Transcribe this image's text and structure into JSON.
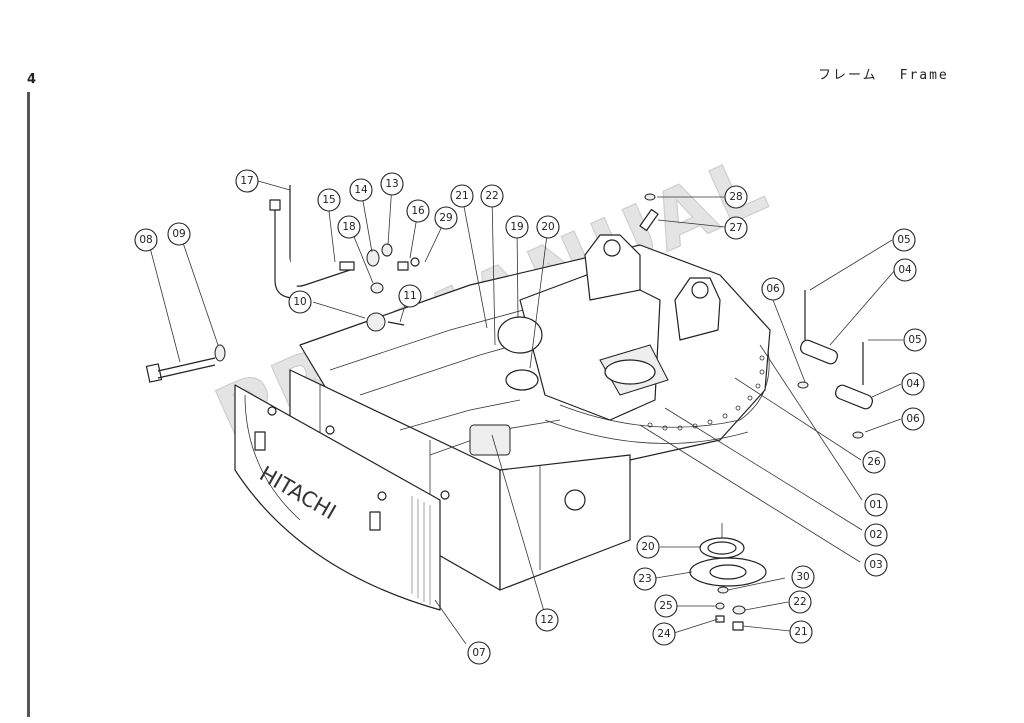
{
  "page": {
    "number": "4"
  },
  "header": {
    "title_jp": "フレーム",
    "title_en": "Frame"
  },
  "watermark": "PROMANUAL",
  "brand_mark": "HITACHI",
  "callouts": {
    "c01": "01",
    "c02": "02",
    "c03": "03",
    "c04a": "04",
    "c04b": "04",
    "c05a": "05",
    "c05b": "05",
    "c06a": "06",
    "c06b": "06",
    "c07": "07",
    "c08": "08",
    "c09": "09",
    "c10": "10",
    "c11": "11",
    "c12": "12",
    "c13": "13",
    "c14": "14",
    "c15": "15",
    "c16": "16",
    "c17": "17",
    "c18": "18",
    "c19": "19",
    "c20a": "20",
    "c20b": "20",
    "c21a": "21",
    "c21b": "21",
    "c22a": "22",
    "c22b": "22",
    "c23": "23",
    "c24": "24",
    "c25": "25",
    "c26": "26",
    "c27": "27",
    "c28": "28",
    "c29": "29",
    "c30": "30"
  }
}
